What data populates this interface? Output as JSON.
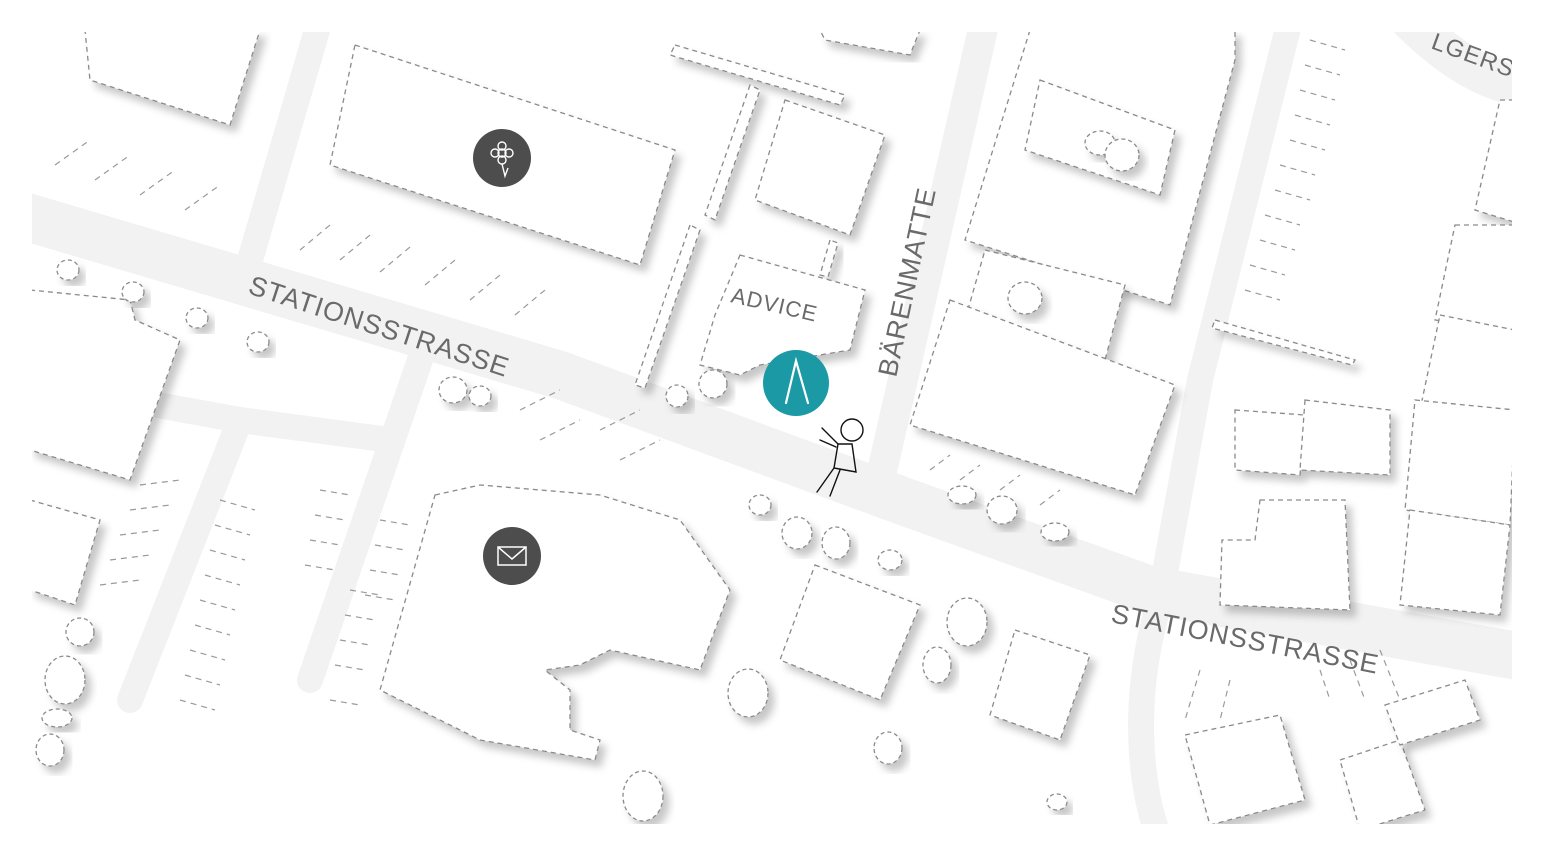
{
  "map": {
    "streets": {
      "station_west": "STATIONSSTRASSE",
      "station_east": "STATIONSSTRASSE",
      "baerenmatte": "BÄRENMATTE",
      "corner_fragment": "LGERST"
    },
    "building_label": "ADVICE",
    "markers": {
      "florist": {
        "icon": "flower-icon",
        "color": "#4d4d4d"
      },
      "post": {
        "icon": "envelope-icon",
        "color": "#4d4d4d"
      },
      "advice": {
        "icon": "advice-logo-icon",
        "color": "#1b9aa6"
      },
      "pedestrian": {
        "icon": "walking-person-icon"
      }
    },
    "colors": {
      "accent": "#1b9aa6",
      "marker_dark": "#4d4d4d",
      "road": "#f2f2f2",
      "label": "#6a6a6a"
    }
  }
}
